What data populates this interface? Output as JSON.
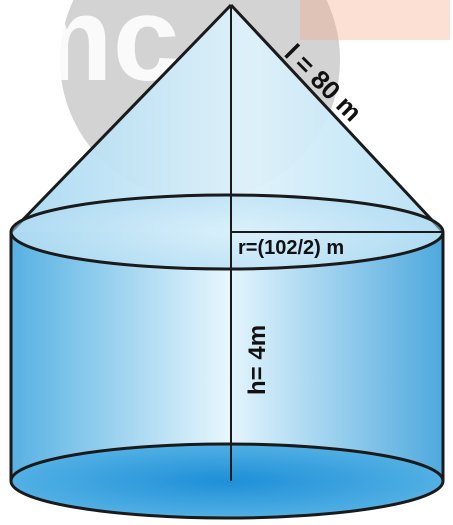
{
  "labels": {
    "slant_height": "l = 80 m",
    "radius": "r=(102/2) m",
    "height": "h= 4m"
  },
  "watermark": {
    "text": "mc",
    "brand_color": "#9e9e9e",
    "accent_color": "#f4a582"
  },
  "colors": {
    "outline": "#1a1a1a",
    "cone_fill": "#bfe3f5",
    "cylinder_light": "#e3f4fc",
    "cylinder_dark": "#59b4e3",
    "base_fill": "#3c9fdc"
  }
}
